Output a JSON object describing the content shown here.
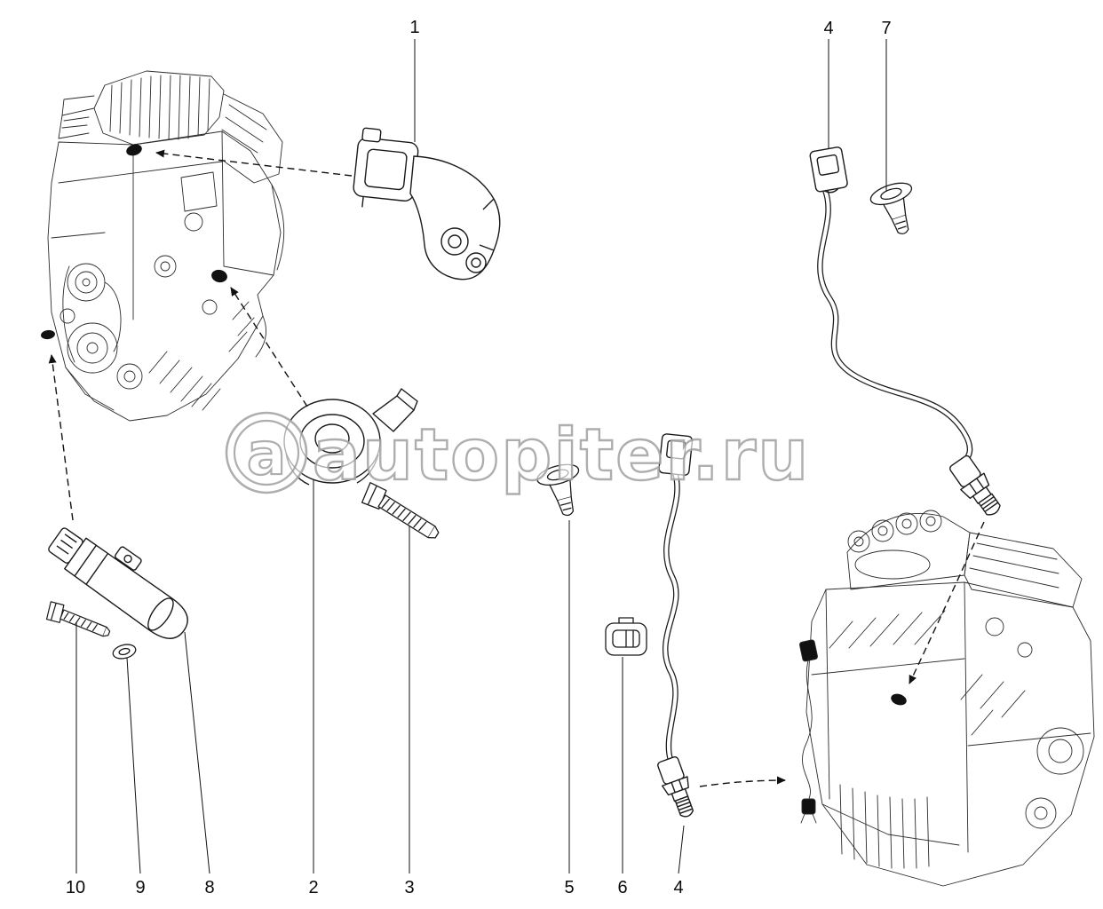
{
  "watermark": {
    "logo": "a",
    "text": "autopiter.ru"
  },
  "callouts": {
    "top": [
      {
        "label": "1"
      },
      {
        "label": "4"
      },
      {
        "label": "7"
      }
    ],
    "bottom": [
      {
        "label": "10"
      },
      {
        "label": "9"
      },
      {
        "label": "8"
      },
      {
        "label": "2"
      },
      {
        "label": "3"
      },
      {
        "label": "5"
      },
      {
        "label": "6"
      },
      {
        "label": "4"
      }
    ]
  },
  "figures": [
    {
      "callout": "1",
      "name": "pressure-sensor-with-bracket"
    },
    {
      "callout": "2",
      "name": "knock-sensor"
    },
    {
      "callout": "3",
      "name": "bolt"
    },
    {
      "callout": "4",
      "name": "oxygen-sensor-with-cable"
    },
    {
      "callout": "5",
      "name": "clip"
    },
    {
      "callout": "6",
      "name": "cable-clamp"
    },
    {
      "callout": "7",
      "name": "clip"
    },
    {
      "callout": "8",
      "name": "crankshaft-position-sensor"
    },
    {
      "callout": "9",
      "name": "washer"
    },
    {
      "callout": "10",
      "name": "bolt"
    }
  ],
  "colors": {
    "line": "#1a1a1a",
    "watermark_stroke": "#a6a6a6",
    "background": "#ffffff"
  }
}
